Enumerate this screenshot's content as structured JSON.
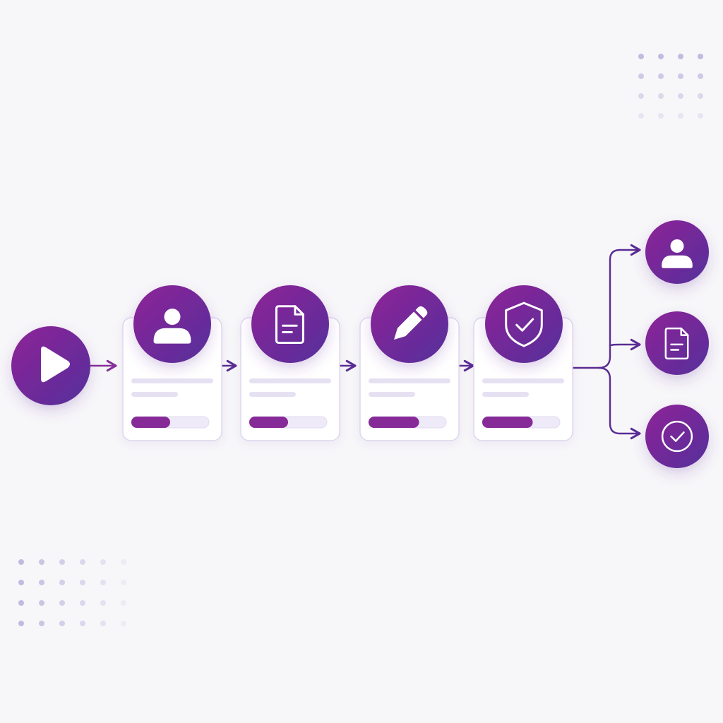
{
  "colors": {
    "background": "#f7f7f9",
    "gradient_start": "#8e2398",
    "gradient_end": "#55309a",
    "connector": "#5a2c94",
    "card_border": "#dcd6ee",
    "skeleton_line": "#e6e1f2",
    "progress_track": "#efeaf8",
    "progress_fill": "#862a97",
    "dot": "#b8b0dc"
  },
  "start": {
    "icon": "play-icon"
  },
  "steps": [
    {
      "icon": "user-icon",
      "progress": 0.5
    },
    {
      "icon": "document-icon",
      "progress": 0.5
    },
    {
      "icon": "pencil-icon",
      "progress": 0.65
    },
    {
      "icon": "shield-check-icon",
      "progress": 0.65
    }
  ],
  "outcomes": [
    {
      "icon": "user-icon"
    },
    {
      "icon": "document-icon"
    },
    {
      "icon": "check-circle-icon"
    }
  ]
}
